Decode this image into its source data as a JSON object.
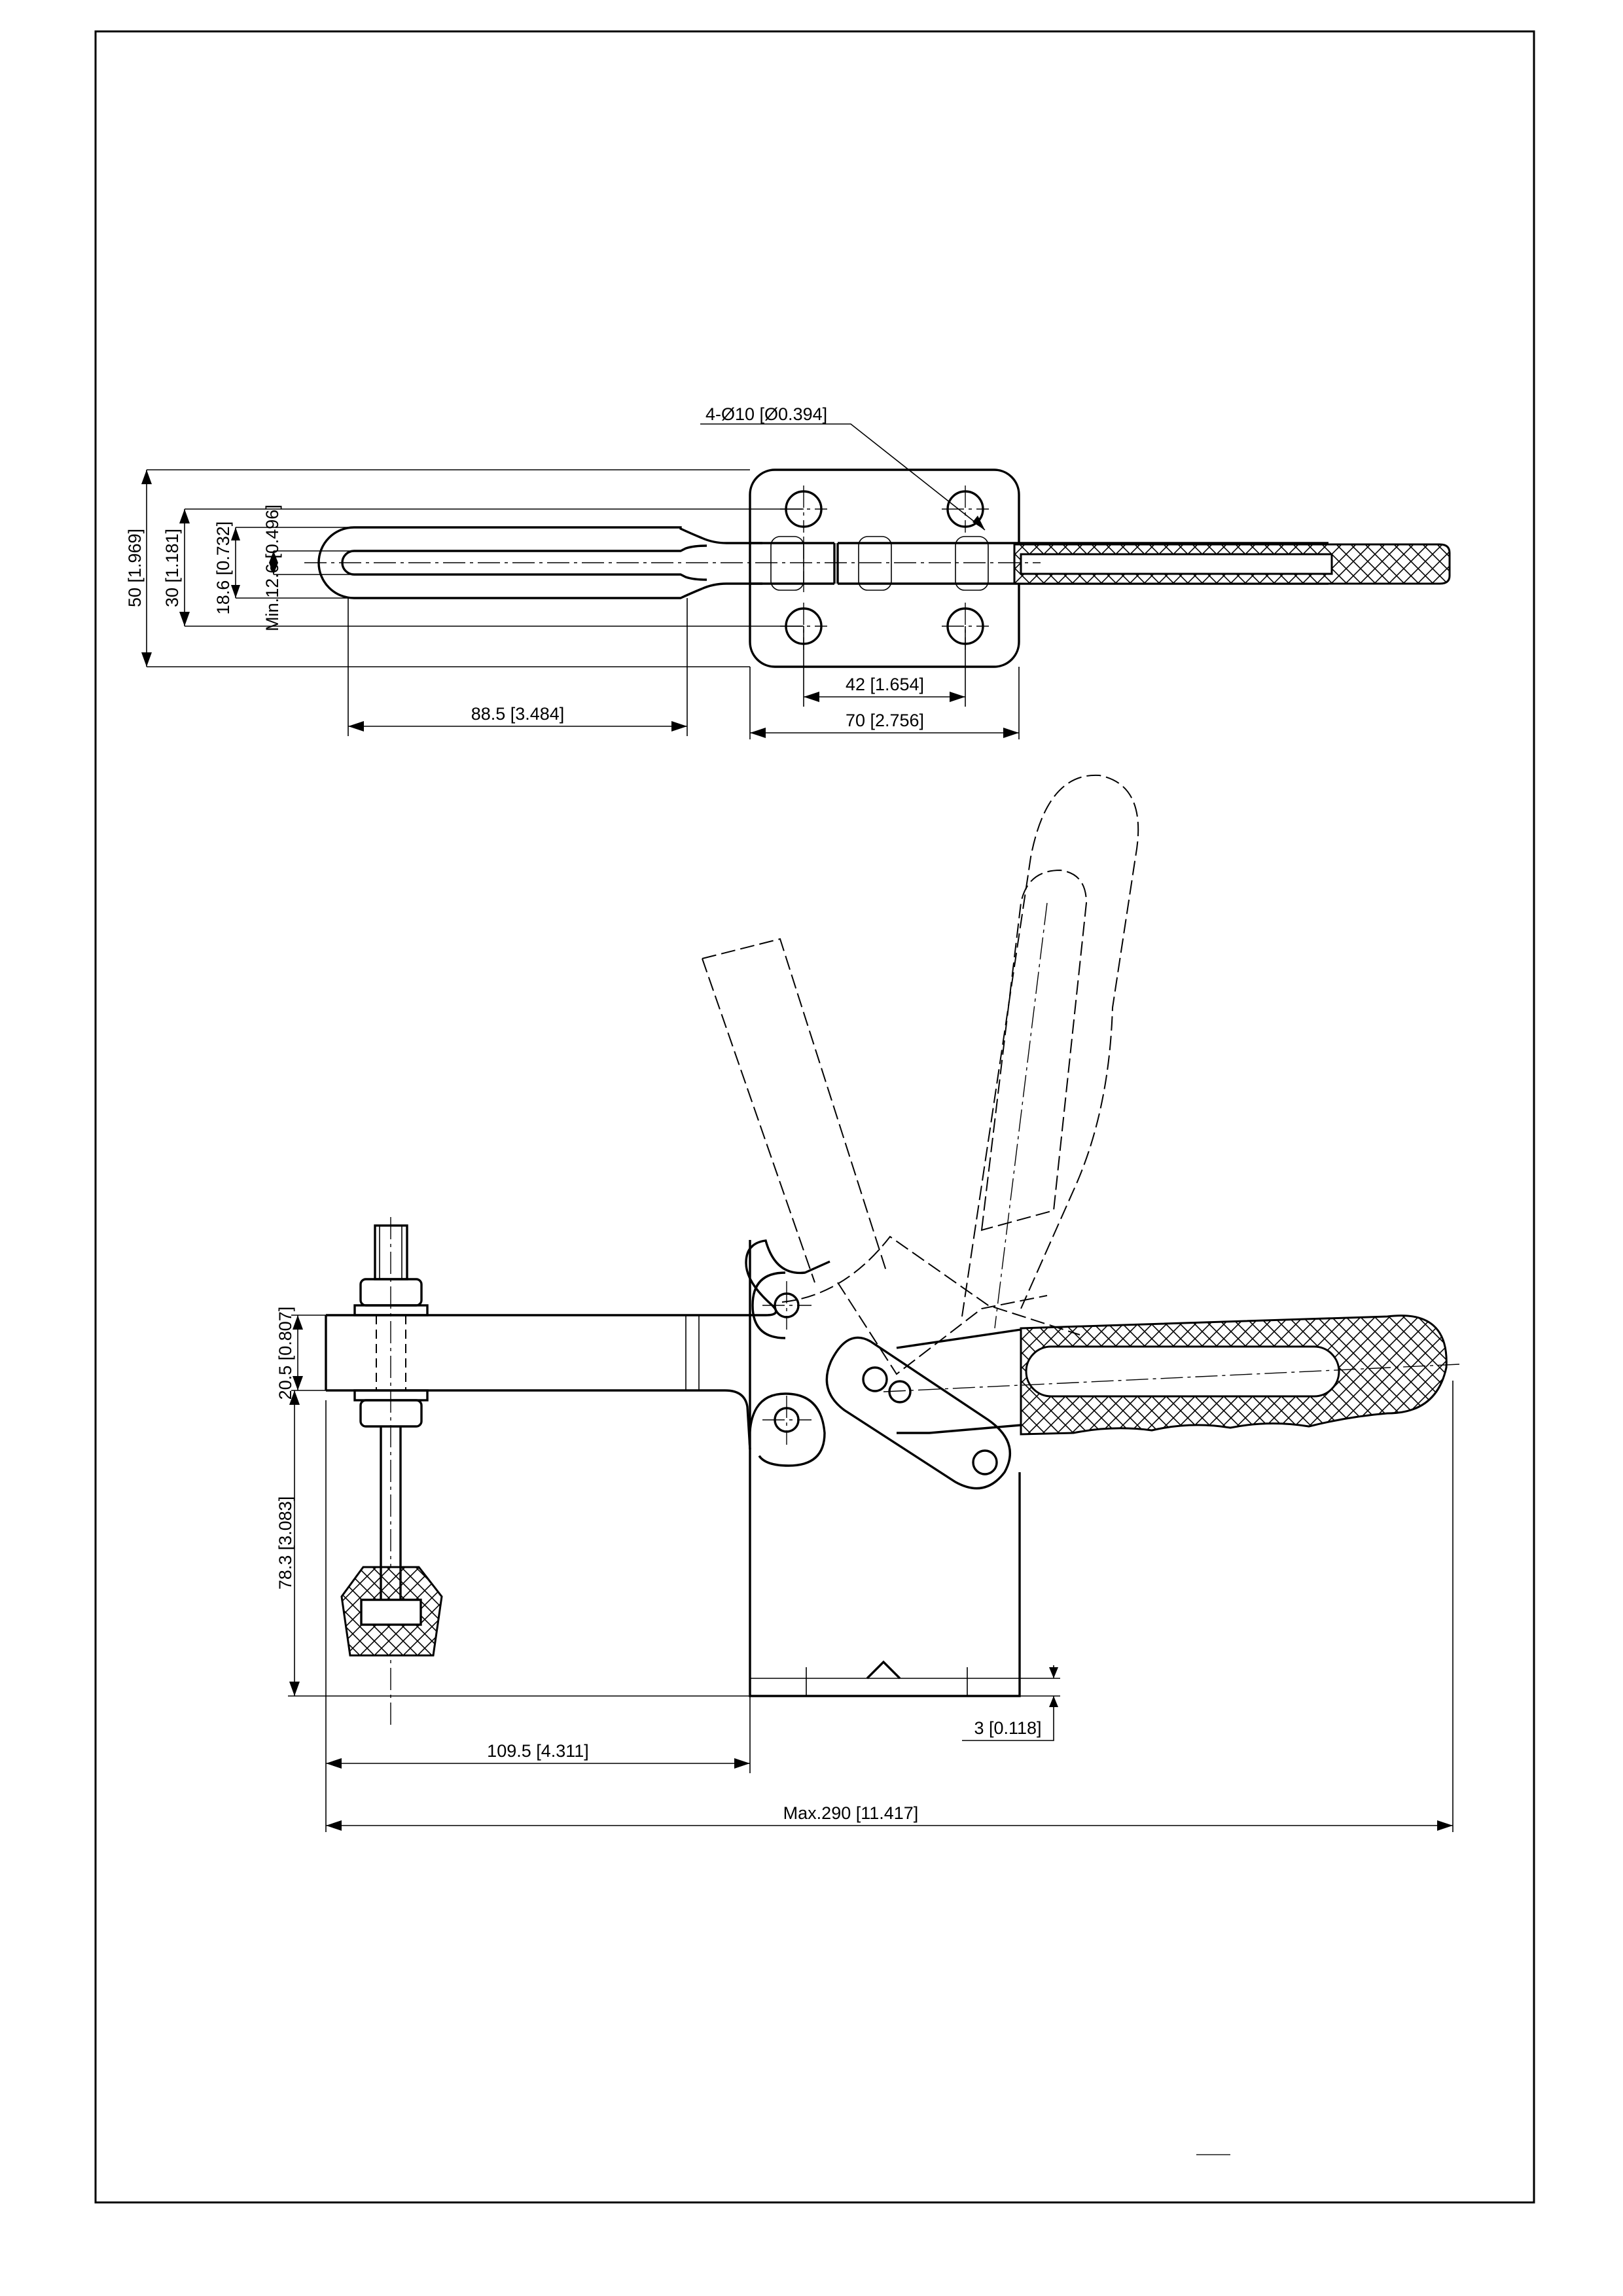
{
  "dimensions": {
    "holes": "4-Ø10 [Ø0.394]",
    "base_height": "50 [1.969]",
    "bar_width": "30 [1.181]",
    "slot_width": "18.6 [0.732]",
    "min_slot": "Min.12.6 [0.496]",
    "bar_length": "88.5 [3.484]",
    "hole_spacing": "42 [1.654]",
    "base_width": "70 [2.756]",
    "arm_thickness": "20.5 [0.807]",
    "spindle_height": "78.3 [3.083]",
    "base_thickness": "3 [0.118]",
    "reach": "109.5 [4.311]",
    "total_length": "Max.290 [11.417]"
  },
  "colors": {
    "line": "#000000",
    "background": "#ffffff"
  }
}
